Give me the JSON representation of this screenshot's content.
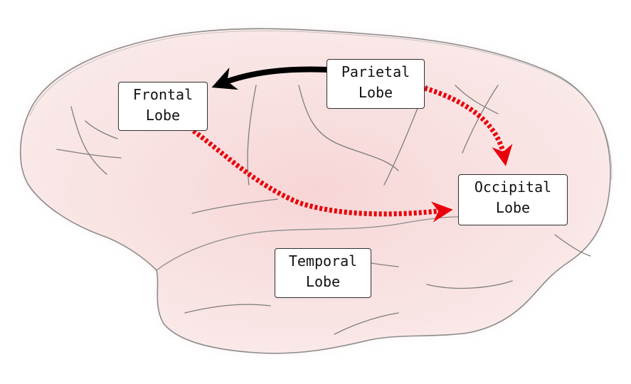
{
  "lobes": {
    "frontal": {
      "line1": "Frontal",
      "line2": "Lobe"
    },
    "parietal": {
      "line1": "Parietal",
      "line2": "Lobe"
    },
    "occipital": {
      "line1": "Occipital",
      "line2": "Lobe"
    },
    "temporal": {
      "line1": "Temporal",
      "line2": "Lobe"
    }
  },
  "connections": [
    {
      "from": "Parietal Lobe",
      "to": "Frontal Lobe",
      "style": "solid",
      "color": "#000000"
    },
    {
      "from": "Parietal Lobe",
      "to": "Occipital Lobe",
      "style": "dashed",
      "color": "#e8000b"
    },
    {
      "from": "Frontal Lobe",
      "to": "Occipital Lobe",
      "style": "dashed",
      "color": "#e8000b"
    }
  ],
  "colors": {
    "brain_fill": "#f6dede",
    "brain_outline": "#8c8c8c",
    "arrow_solid": "#000000",
    "arrow_dashed": "#e8000b"
  }
}
